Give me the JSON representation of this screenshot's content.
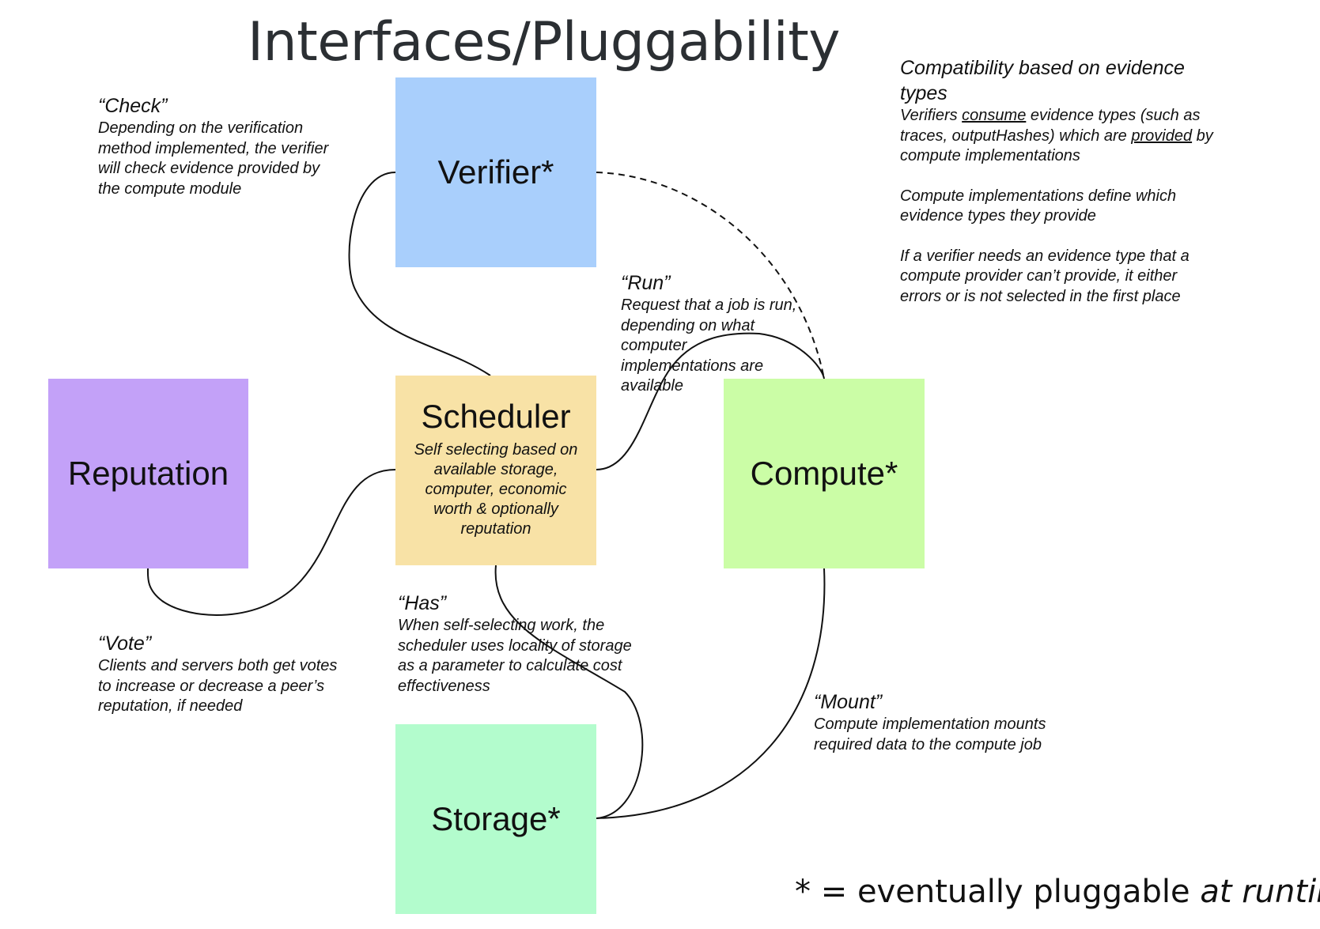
{
  "title": "Interfaces/Pluggability",
  "boxes": {
    "verifier": {
      "label": "Verifier*",
      "color": "#a9cffc"
    },
    "scheduler": {
      "label": "Scheduler",
      "subtitle": "Self selecting based on available storage, computer, economic worth & optionally reputation",
      "color": "#f8e2a6"
    },
    "reputation": {
      "label": "Reputation",
      "color": "#c3a1f8"
    },
    "compute": {
      "label": "Compute*",
      "color": "#cbfda6"
    },
    "storage": {
      "label": "Storage*",
      "color": "#b3fccd"
    }
  },
  "notes": {
    "check": {
      "heading": "“Check”",
      "body": "Depending on the verification method implemented, the verifier will check evidence provided by the compute module"
    },
    "run": {
      "heading": "“Run”",
      "body": "Request that a job is run, depending on what computer implementations are available"
    },
    "vote": {
      "heading": "“Vote”",
      "body": "Clients and servers both get votes to increase or decrease a peer’s reputation, if needed"
    },
    "has": {
      "heading": "“Has”",
      "body": "When self-selecting work, the scheduler uses locality of storage as a parameter to calculate cost effectiveness"
    },
    "mount": {
      "heading": "“Mount”",
      "body": "Compute implementation mounts required data to the compute job"
    },
    "compat": {
      "heading": "Compatibility based on evidence types",
      "p1_a": "Verifiers ",
      "p1_consume": "consume",
      "p1_b": " evidence types (such as traces, outputHashes) which are ",
      "p1_provided": "provided",
      "p1_c": " by compute implementations",
      "p2": "Compute implementations define which evidence types they provide",
      "p3": "If a verifier needs an evidence type that a compute provider can’t provide, it either errors or is not selected in the first place"
    }
  },
  "footnote": {
    "prefix": "* = eventually pluggable ",
    "emphasis": "at runtime"
  }
}
